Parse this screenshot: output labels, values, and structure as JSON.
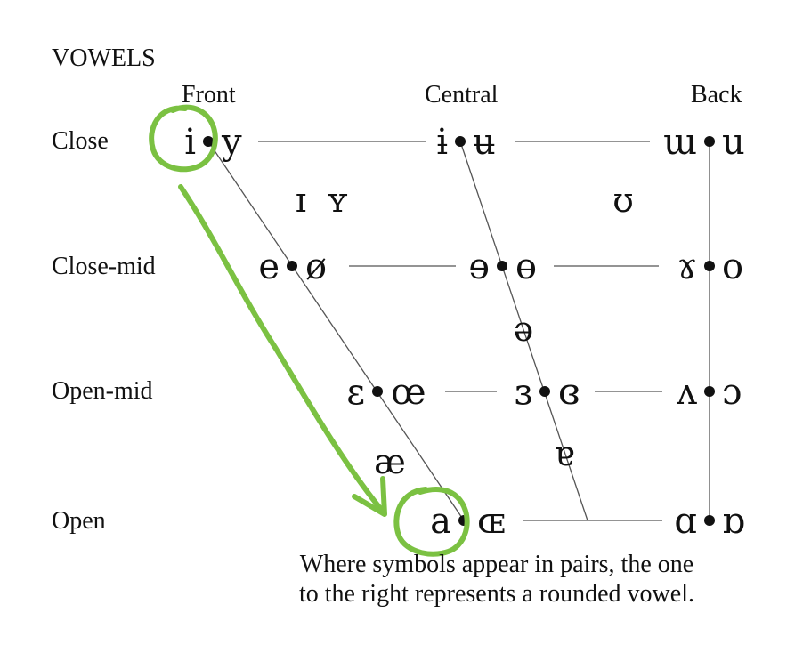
{
  "title": "VOWELS",
  "columns": {
    "front": "Front",
    "central": "Central",
    "back": "Back"
  },
  "rows": {
    "close": "Close",
    "close_mid": "Close-mid",
    "open_mid": "Open-mid",
    "open": "Open"
  },
  "symbols": {
    "close_front_unrounded": "i",
    "close_front_rounded": "y",
    "close_central_unrounded": "ɨ",
    "close_central_rounded": "ʉ",
    "close_back_unrounded": "ɯ",
    "close_back_rounded": "u",
    "near_close_front_unrounded": "ɪ",
    "near_close_front_rounded": "ʏ",
    "near_close_back_rounded": "ʊ",
    "close_mid_front_unrounded": "e",
    "close_mid_front_rounded": "ø",
    "close_mid_central_unrounded": "ɘ",
    "close_mid_central_rounded": "ɵ",
    "close_mid_back_unrounded": "ɤ",
    "close_mid_back_rounded": "o",
    "mid_central": "ə",
    "open_mid_front_unrounded": "ɛ",
    "open_mid_front_rounded": "œ",
    "open_mid_central_unrounded": "ɜ",
    "open_mid_central_rounded": "ɞ",
    "open_mid_back_unrounded": "ʌ",
    "open_mid_back_rounded": "ɔ",
    "near_open_front_unrounded": "æ",
    "near_open_central": "ɐ",
    "open_front_unrounded": "a",
    "open_front_rounded": "ɶ",
    "open_back_unrounded": "ɑ",
    "open_back_rounded": "ɒ"
  },
  "note": {
    "line1": "Where symbols appear in pairs, the one",
    "line2": "to the right represents a rounded vowel."
  },
  "colors": {
    "annotation": "#7bc142",
    "ink": "#111111",
    "grid_line": "#555555"
  }
}
